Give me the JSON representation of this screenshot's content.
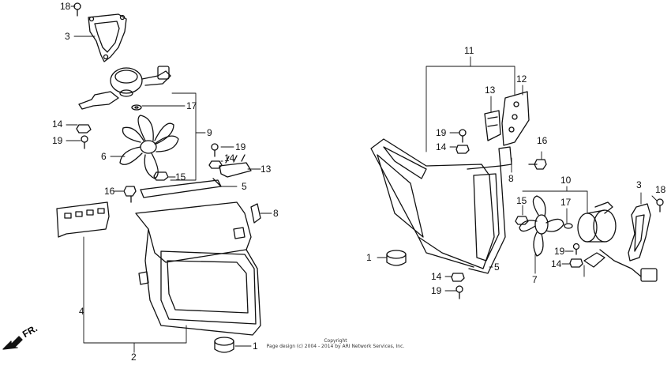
{
  "diagram": {
    "direction_label": "FR.",
    "copyright_line1": "Copyright",
    "copyright_line2": "Page design (c) 2004 - 2014 by ARI Network Services, Inc.",
    "callouts": {
      "left_18": "18",
      "left_3": "3",
      "left_17": "17",
      "left_9": "9",
      "left_14": "14",
      "left_19": "19",
      "left_6": "6",
      "left_19b": "19",
      "left_14b": "14",
      "left_15": "15",
      "left_13": "13",
      "left_16": "16",
      "left_5": "5",
      "left_8": "8",
      "left_4": "4",
      "left_2": "2",
      "left_1": "1",
      "right_11": "11",
      "right_13": "13",
      "right_12": "12",
      "right_19": "19",
      "right_14": "14",
      "right_16": "16",
      "right_8": "8",
      "right_10": "10",
      "right_3": "3",
      "right_18": "18",
      "right_15": "15",
      "right_17": "17",
      "right_1": "1",
      "right_19b": "19",
      "right_14b": "14",
      "right_5": "5",
      "right_14c": "14",
      "right_7": "7",
      "right_19c": "19"
    }
  }
}
